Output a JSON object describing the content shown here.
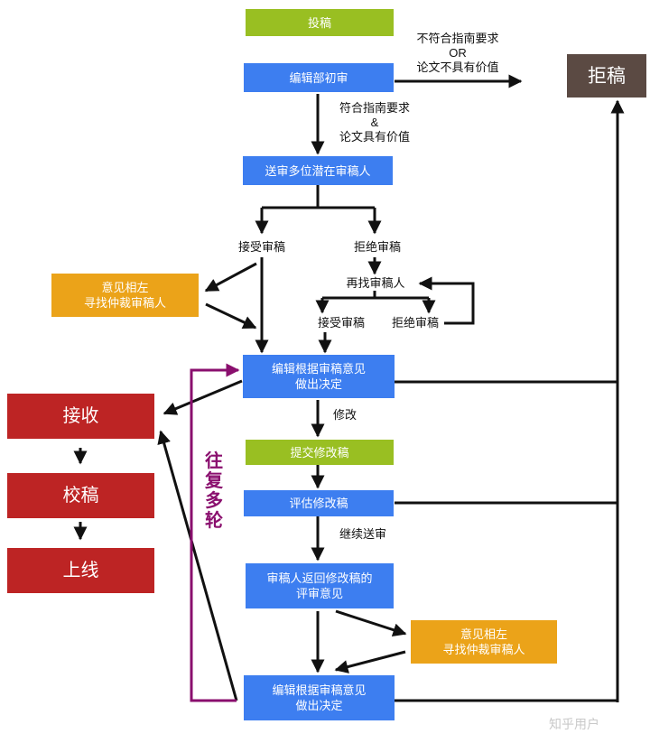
{
  "nodes": {
    "submit": "投稿",
    "initial_review": "编辑部初审",
    "reject": "拒稿",
    "send_review": "送审多位潜在审稿人",
    "divergent_1": "意见相左\n寻找仲裁审稿人",
    "decision_1": "编辑根据审稿意见\n做出决定",
    "accept_final": "接收",
    "proofread": "校稿",
    "online": "上线",
    "submit_revision": "提交修改稿",
    "evaluate_revision": "评估修改稿",
    "reviewer_return": "审稿人返回修改稿的\n评审意见",
    "divergent_2": "意见相左\n寻找仲裁审稿人",
    "decision_2": "编辑根据审稿意见\n做出决定"
  },
  "labels": {
    "not_meet": "不符合指南要求\nOR\n论文不具有价值",
    "meet": "符合指南要求\n&\n论文具有价值",
    "accept_review": "接受审稿",
    "decline_review": "拒绝审稿",
    "find_again": "再找审稿人",
    "accept_review_2": "接受审稿",
    "decline_review_2": "拒绝审稿",
    "revise": "修改",
    "continue_review": "继续送审",
    "multiple_rounds": "往复多轮"
  },
  "watermark": "知乎用户",
  "colors": {
    "green": "#99bf22",
    "blue": "#3d7ef0",
    "orange": "#eba319",
    "red": "#bd2424",
    "dark": "#5b4a43",
    "purple": "#8a0f6e"
  }
}
